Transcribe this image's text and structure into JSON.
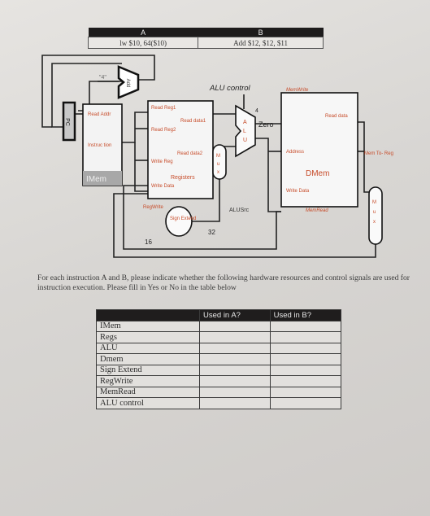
{
  "top_table": {
    "col_a": "A",
    "col_b": "B",
    "instr_a": "lw $10, 64($10)",
    "instr_b": "Add $12, $12, $11"
  },
  "diagram": {
    "pc_label": "PC",
    "four_label": "\"4\"",
    "add_label": "Add",
    "imem": {
      "read_addr": "Read Addr",
      "instruction": "Instruc tion",
      "name": "IMem"
    },
    "registers": {
      "read_reg1": "Read Reg1",
      "read_reg2": "Read Reg2",
      "write_reg": "Write Reg",
      "write_data": "Write Data",
      "read_data1": "Read data1",
      "read_data2": "Read data2",
      "name": "Registers"
    },
    "alu_control": "ALU control",
    "alu_control_bits": "4",
    "zero": "Zero",
    "alu_letters": [
      "A",
      "L",
      "U"
    ],
    "mux_letters": [
      "M",
      "u",
      "x"
    ],
    "alusrc": "ALUSrc",
    "regwrite": "RegWrite",
    "sign_extend": "Sign Extend",
    "sign_in_bits": "16",
    "sign_out_bits": "32",
    "dmem": {
      "memwrite": "MemWrite",
      "read_data": "Read data",
      "address": "Address",
      "write_data": "Write Data",
      "name": "DMem",
      "memread": "MemRead"
    },
    "mem_to_reg": "Mem To- Reg"
  },
  "instructions_text": "For each instruction A and B, please indicate whether the following hardware resources and control signals are used for instruction execution. Please fill in Yes or No in the table below",
  "answer_table": {
    "header": [
      "",
      "Used in A?",
      "Used in B?"
    ],
    "rows": [
      "IMem",
      "Regs",
      "ALU",
      "Dmem",
      "Sign Extend",
      "RegWrite",
      "MemRead",
      "ALU control"
    ]
  }
}
